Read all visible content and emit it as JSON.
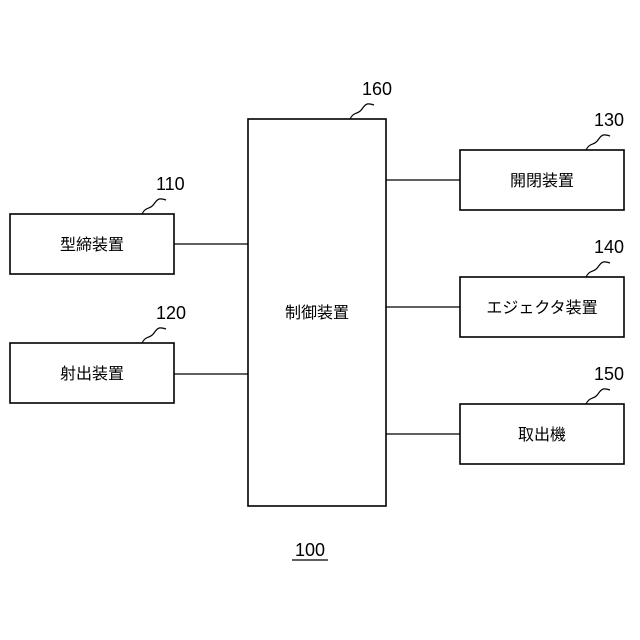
{
  "system": {
    "ref": "100"
  },
  "blocks": {
    "mold_clamping": {
      "label": "型締装置",
      "ref": "110"
    },
    "injection": {
      "label": "射出装置",
      "ref": "120"
    },
    "opening": {
      "label": "開閉装置",
      "ref": "130"
    },
    "ejector": {
      "label": "エジェクタ装置",
      "ref": "140"
    },
    "take_out": {
      "label": "取出機",
      "ref": "150"
    },
    "controller": {
      "label": "制御装置",
      "ref": "160"
    }
  }
}
